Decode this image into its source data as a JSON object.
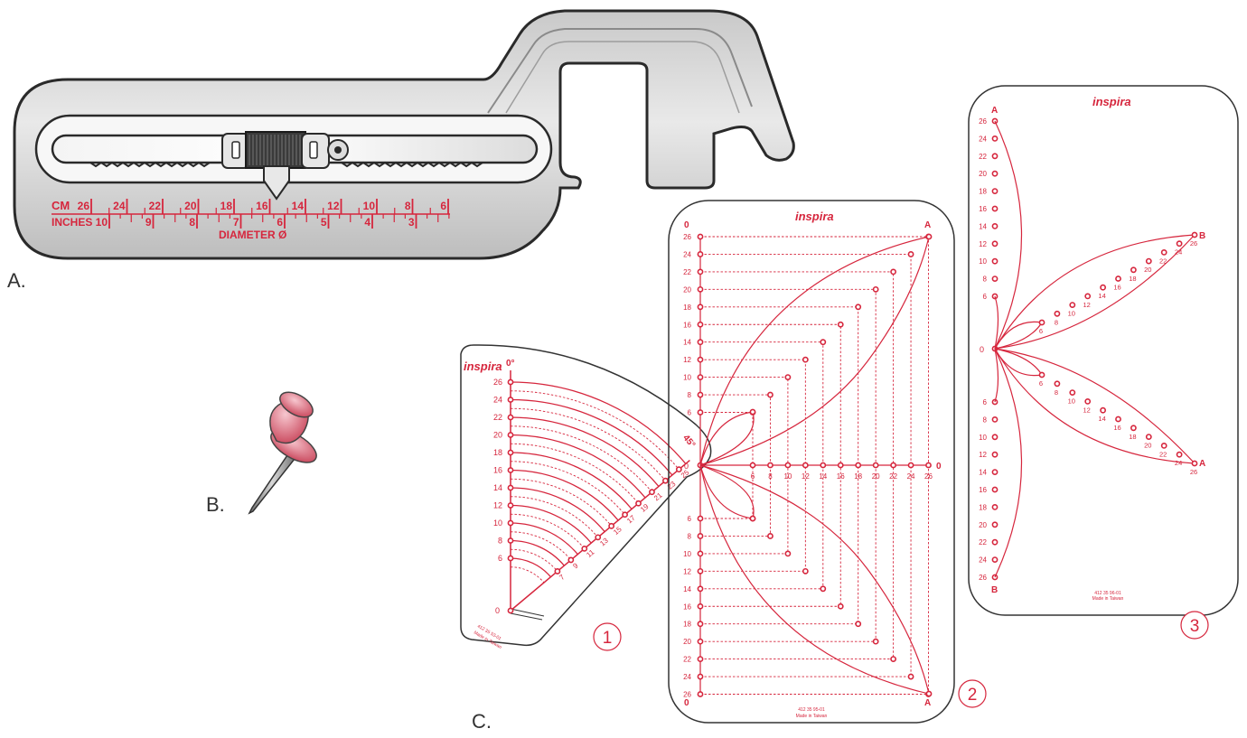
{
  "labels": {
    "a": "A.",
    "b": "B.",
    "c": "C."
  },
  "tool": {
    "cm_label": "CM",
    "inches_label": "INCHES",
    "diameter_label": "DIAMETER Ø",
    "cm_values": [
      "26",
      "24",
      "22",
      "20",
      "18",
      "16",
      "14",
      "12",
      "10",
      "8",
      "6"
    ],
    "inch_values": [
      "10",
      "9",
      "8",
      "7",
      "6",
      "5",
      "4",
      "3"
    ]
  },
  "brand": "inspira",
  "template1": {
    "number": "1",
    "angle_label": "0°",
    "angle45_label": "45°",
    "zero_label": "0",
    "scale": [
      "26",
      "24",
      "22",
      "20",
      "18",
      "16",
      "14",
      "12",
      "10",
      "8",
      "6"
    ],
    "arc_labels": [
      "25",
      "23",
      "21",
      "19",
      "17",
      "15",
      "13",
      "11",
      "9",
      "7"
    ],
    "code": "412 35 53-01",
    "made": "Made in Taiwan"
  },
  "template2": {
    "number": "2",
    "top_left": "0",
    "top_right": "A",
    "bottom_left": "0",
    "bottom_right": "A",
    "left_zero": "0",
    "right_zero": "0",
    "upper_scale": [
      "26",
      "24",
      "22",
      "20",
      "18",
      "16",
      "14",
      "12",
      "10",
      "8",
      "6"
    ],
    "lower_scale": [
      "6",
      "8",
      "10",
      "12",
      "14",
      "16",
      "18",
      "20",
      "22",
      "24",
      "26"
    ],
    "bottom_scale": [
      "6",
      "8",
      "10",
      "12",
      "14",
      "16",
      "18",
      "20",
      "22",
      "24",
      "26"
    ],
    "code": "412 35 95-01",
    "made": "Made in Taiwan"
  },
  "template3": {
    "number": "3",
    "top_letter": "A",
    "bottom_letter": "B",
    "zero": "0",
    "b_label": "B",
    "a_label": "A",
    "upper_scale": [
      "26",
      "24",
      "22",
      "20",
      "18",
      "16",
      "14",
      "12",
      "10",
      "8",
      "6"
    ],
    "lower_scale": [
      "6",
      "8",
      "10",
      "12",
      "14",
      "16",
      "18",
      "20",
      "22",
      "24",
      "26"
    ],
    "diag_labels": [
      "6",
      "8",
      "10",
      "12",
      "14",
      "16",
      "18",
      "20",
      "22",
      "24",
      "26"
    ],
    "code": "412 35 96-01",
    "made": "Made in Taiwan"
  }
}
